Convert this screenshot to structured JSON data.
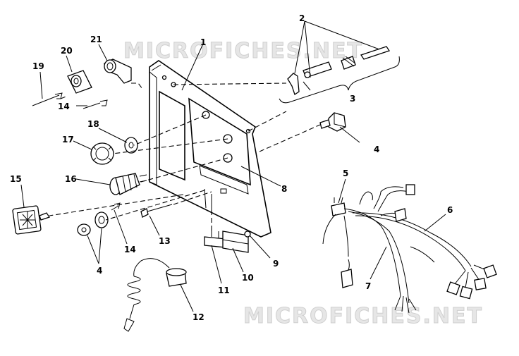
{
  "watermark": {
    "text_top": "MICROFICHES.NET",
    "text_bottom": "MICROFICHES.NET"
  },
  "callouts": {
    "c1": "1",
    "c2": "2",
    "c3": "3",
    "c4a": "4",
    "c4b": "4",
    "c5": "5",
    "c6": "6",
    "c7": "7",
    "c8": "8",
    "c9": "9",
    "c10": "10",
    "c11": "11",
    "c12": "12",
    "c13": "13",
    "c14a": "14",
    "c14b": "14",
    "c15": "15",
    "c16": "16",
    "c17": "17",
    "c18": "18",
    "c19": "19",
    "c20": "20",
    "c21": "21"
  }
}
